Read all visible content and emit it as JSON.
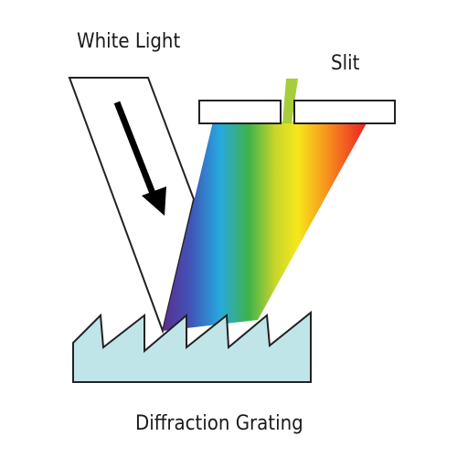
{
  "labels": {
    "white_light": "White Light",
    "slit": "Slit",
    "grating": "Diffraction Grating"
  },
  "colors": {
    "grating_fill": "#bfe5e8",
    "outline": "#222222",
    "arrow": "#000000",
    "spectrum": [
      "#5b2d91",
      "#3f56b8",
      "#27a9df",
      "#3fb24a",
      "#c9d62b",
      "#f6e71b",
      "#f7941d",
      "#ed1c24"
    ],
    "passing_ray": "#a6ce39"
  },
  "icons": {
    "incoming_arrow": "arrow-down-right-icon"
  }
}
